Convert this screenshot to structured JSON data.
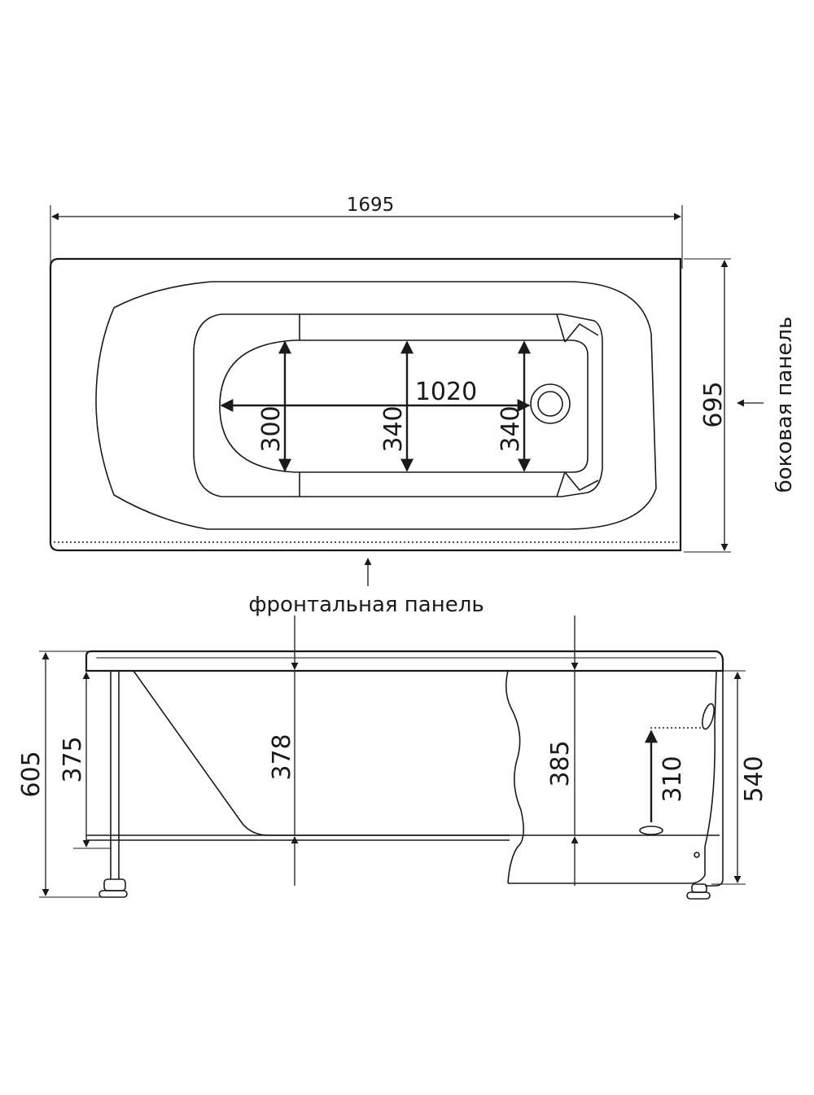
{
  "top_view": {
    "overall_length": "1695",
    "overall_width": "695",
    "inner_length": "1020",
    "width_head": "300",
    "width_middle": "340",
    "width_foot": "340"
  },
  "side_view": {
    "total_height": "605",
    "leg_height": "375",
    "depth_left": "378",
    "depth_right": "385",
    "drain_height": "310",
    "body_height": "540"
  },
  "labels": {
    "front_panel": "фронтальная панель",
    "side_panel": "боковая панель"
  }
}
